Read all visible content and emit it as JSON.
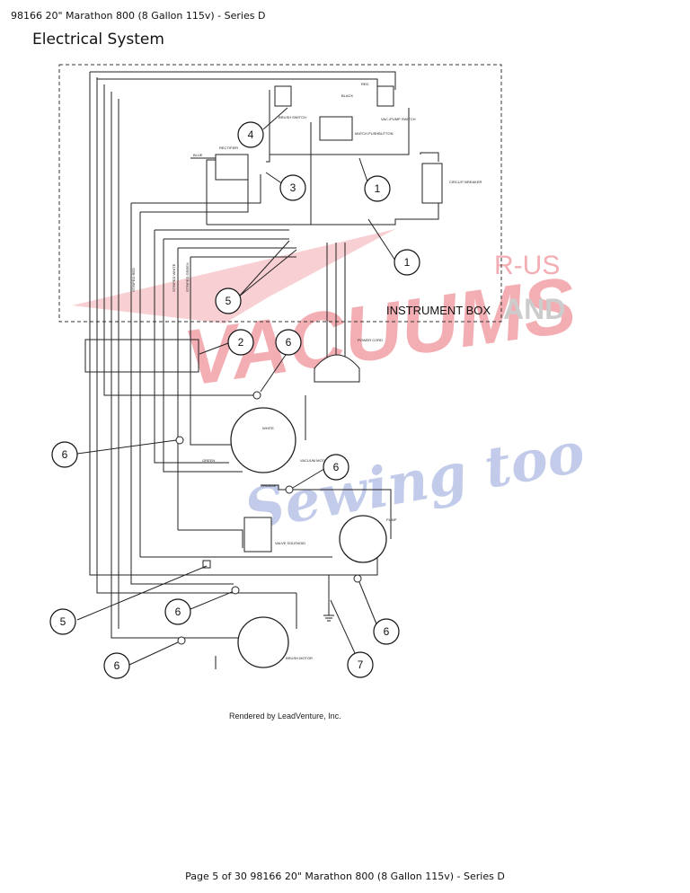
{
  "header": {
    "text": "98166 20\" Marathon 800 (8 Gallon 115v) - Series D"
  },
  "section": {
    "title": "Electrical System"
  },
  "diagram": {
    "instrument_box_label": "INSTRUMENT BOX",
    "credit": "Rendered by LeadVenture, Inc.",
    "component_labels": {
      "brush_switch": "BRUSH SWITCH",
      "vac_pump_switch": "VAC./PUMP SWITCH",
      "match_pushbutton": "MATCH PUSHBUTTON",
      "rectifier": "RECTIFIER",
      "circuit_breaker": "CIRCUIT BREAKER",
      "power_cord": "POWER CORD",
      "vacuum_motor": "VACUUM MOTOR",
      "valve_solenoid": "VALVE SOLENOID",
      "pump": "PUMP",
      "brush_motor": "BRUSH MOTOR"
    },
    "wire_labels": {
      "red": "RED",
      "black": "BLACK",
      "blue": "BLUE",
      "white": "WHITE",
      "green": "GREEN",
      "orange": "ORANGE",
      "striped_red": "STRIPED RED",
      "striped_white": "STRIPED WHITE",
      "striped_green": "STRIPED GREEN"
    },
    "callouts": [
      "4",
      "1",
      "3",
      "1",
      "5",
      "2",
      "6",
      "6",
      "6",
      "5",
      "6",
      "6",
      "6",
      "7"
    ]
  },
  "watermark": {
    "line1": "VACUUMS",
    "line2": "R-US",
    "line3": "AND",
    "line4": "Sewing too"
  },
  "colors": {
    "watermark_red": "#f2a0a8",
    "watermark_blue": "#b8c3e6",
    "watermark_gray": "#c4c4c4"
  },
  "footer": {
    "text": "Page 5 of 30 98166 20\" Marathon 800 (8 Gallon 115v) - Series D"
  }
}
